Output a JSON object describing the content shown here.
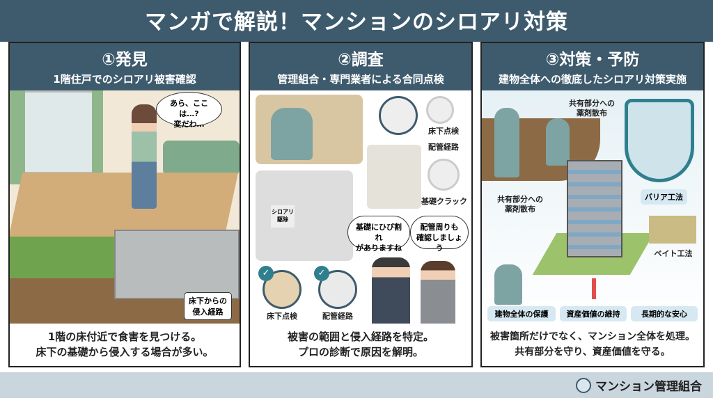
{
  "title": "マンガで解説！マンションのシロアリ対策",
  "panels": [
    {
      "number": "①発見",
      "subtitle": "1階住戸でのシロアリ被害確認",
      "speech": [
        "あら、ここは…?",
        "変だわ…"
      ],
      "label": [
        "床下からの",
        "侵入経路"
      ],
      "caption": [
        "1階の床付近で食害を見つける。",
        "床下の基礎から侵入する場合が多い。"
      ]
    },
    {
      "number": "②調査",
      "subtitle": "管理組合・専門業者による合同点検",
      "icon_labels": [
        "床下点検",
        "配管経路",
        "基礎クラック"
      ],
      "vest": [
        "シロアリ",
        "駆除"
      ],
      "speech1": [
        "基礎にひび割れ",
        "がありますね"
      ],
      "speech2": [
        "配管周りも",
        "確認しましょう"
      ],
      "check_labels": [
        "床下点検",
        "配管経路"
      ],
      "caption": [
        "被害の範囲と侵入経路を特定。",
        "プロの診断で原因を解明。"
      ]
    },
    {
      "number": "③対策・予防",
      "subtitle": "建物全体への徹底したシロアリ対策実施",
      "spray_label_top": [
        "共有部分への",
        "薬剤散布"
      ],
      "spray_label_left": [
        "共有部分への",
        "薬剤散布"
      ],
      "barrier": "バリア工法",
      "bait": "ベイト工法",
      "benefits": [
        "建物全体の保護",
        "資産価値の維持",
        "長期的な安心"
      ],
      "caption": [
        "被害箇所だけでなく、マンション全体を処理。",
        "共有部分を守り、資産価値を守る。"
      ]
    }
  ],
  "footer": {
    "org": "マンション管理組合"
  },
  "colors": {
    "header": "#3e5b6d",
    "footer": "#c9d6de",
    "accent": "#2f7f8f",
    "arrow": "#e0504a"
  }
}
